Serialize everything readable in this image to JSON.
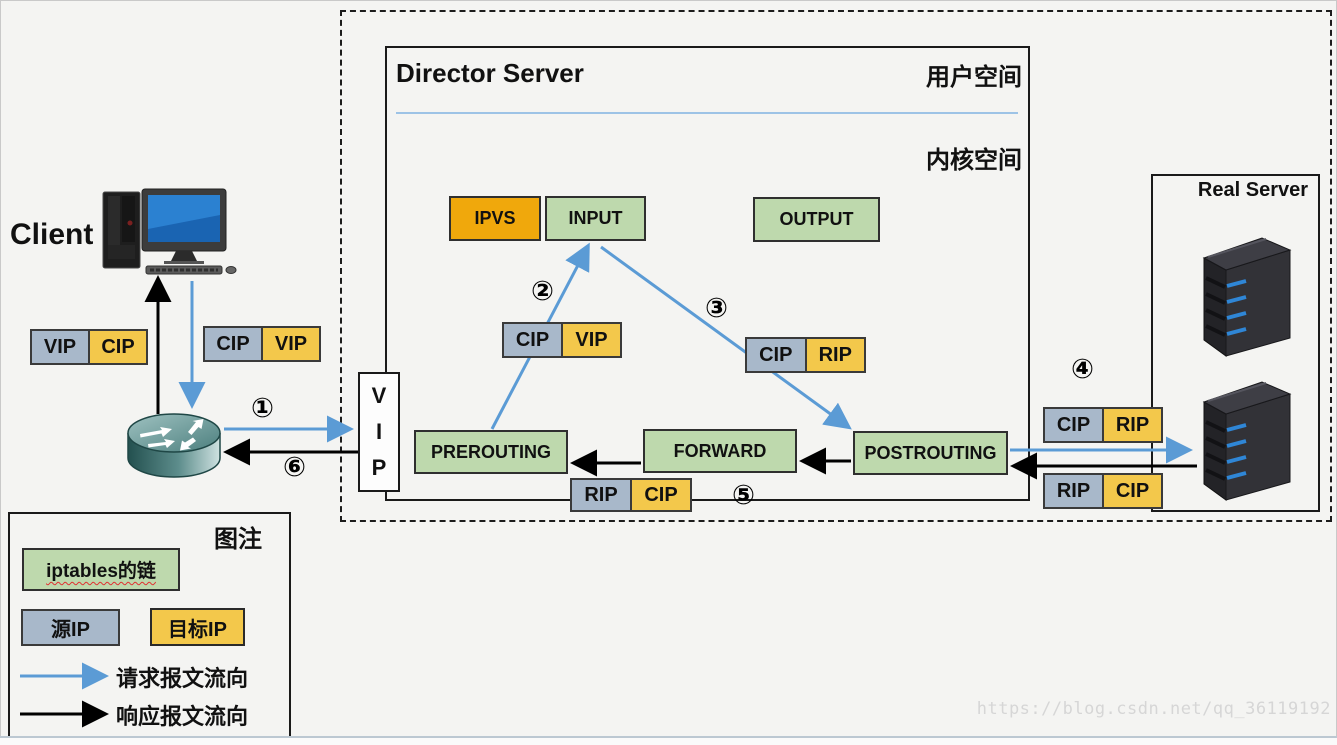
{
  "diagram": {
    "client": {
      "label": "Client"
    },
    "director": {
      "title": "Director Server",
      "user_space": "用户空间",
      "kernel_space": "内核空间"
    },
    "real_server": {
      "title": "Real Server"
    },
    "vip_node": {
      "l1": "V",
      "l2": "I",
      "l3": "P"
    },
    "chains": {
      "ipvs": "IPVS",
      "input": "INPUT",
      "output": "OUTPUT",
      "prerouting": "PREROUTING",
      "forward": "FORWARD",
      "postrouting": "POSTROUTING"
    },
    "pairs": {
      "client_response": {
        "src": "VIP",
        "dst": "CIP"
      },
      "client_request": {
        "src": "CIP",
        "dst": "VIP"
      },
      "prerouting_to_input": {
        "src": "CIP",
        "dst": "VIP"
      },
      "input_to_postrouting": {
        "src": "CIP",
        "dst": "RIP"
      },
      "to_real_server": {
        "src": "CIP",
        "dst": "RIP"
      },
      "from_real_server": {
        "src": "RIP",
        "dst": "CIP"
      },
      "director_response": {
        "src": "RIP",
        "dst": "CIP"
      }
    },
    "steps": {
      "s1": "①",
      "s2": "②",
      "s3": "③",
      "s4": "④",
      "s5": "⑤",
      "s6": "⑥"
    }
  },
  "legend": {
    "title": "图注",
    "chain_label": "iptables的链",
    "source_ip_label": "源IP",
    "dest_ip_label": "目标IP",
    "request_flow_label": "请求报文流向",
    "response_flow_label": "响应报文流向"
  },
  "watermark": "https://blog.csdn.net/qq_36119192",
  "colors": {
    "chain_green": "#bed9ad",
    "ipvs_orange": "#f0a80c",
    "dest_yellow": "#f3c84b",
    "source_gray": "#a8b8ca",
    "request_blue": "#5b9bd5",
    "response_black": "#000000",
    "divider_blue": "#9dc3e6"
  }
}
